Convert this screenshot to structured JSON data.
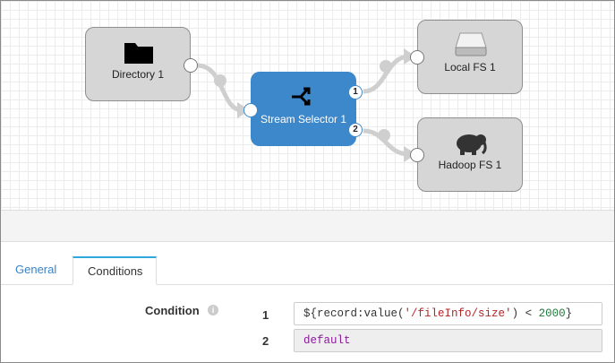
{
  "pipeline": {
    "nodes": [
      {
        "label": "Directory 1",
        "icon": "folder-icon"
      },
      {
        "label": "Stream Selector 1",
        "icon": "stream-selector-icon",
        "selected": true,
        "outputs": [
          "1",
          "2"
        ]
      },
      {
        "label": "Local FS 1",
        "icon": "hard-drive-icon"
      },
      {
        "label": "Hadoop FS 1",
        "icon": "hadoop-elephant-icon"
      }
    ],
    "colors": {
      "selected": "#3d87cb",
      "node": "#d6d6d6",
      "tab_accent": "#2fa8dc"
    }
  },
  "tabs": [
    {
      "label": "General"
    },
    {
      "label": "Conditions",
      "active": true
    }
  ],
  "conditions": {
    "label": "Condition",
    "rows": [
      {
        "num": "1",
        "prefix": "${record:value(",
        "string": "'/fileInfo/size'",
        "mid": ") < ",
        "number": "2000",
        "suffix": "}"
      },
      {
        "num": "2",
        "value": "default"
      }
    ]
  }
}
